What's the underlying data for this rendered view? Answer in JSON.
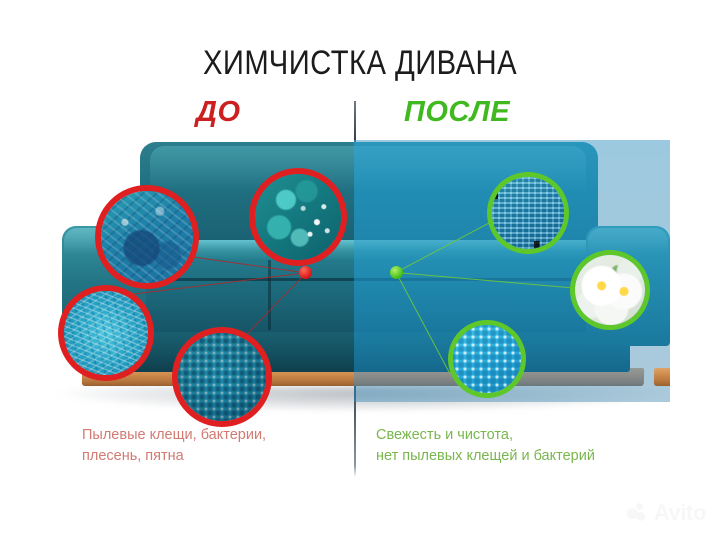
{
  "page": {
    "title": "ХИМЧИСТКА ДИВАНА",
    "background_color": "#ffffff"
  },
  "comparison": {
    "before": {
      "label": "ДО",
      "label_color": "#cc2020",
      "accent_color": "#e02020",
      "caption": "Пылевые клещи, бактерии,\nплесень, пятна",
      "caption_color": "#d27a72",
      "sofa_color": "#1f6f80",
      "callouts": [
        {
          "name": "dust-mites",
          "icon": "dust-mite-magnifier"
        },
        {
          "name": "bacteria",
          "icon": "bacteria-magnifier"
        },
        {
          "name": "mold",
          "icon": "mold-magnifier"
        },
        {
          "name": "stained-weave",
          "icon": "dirty-fabric-magnifier"
        }
      ]
    },
    "after": {
      "label": "ПОСЛЕ",
      "label_color": "#3fb91f",
      "accent_color": "#5ec82a",
      "caption": "Свежесть и чистота,\nнет пылевых клещей и бактерий",
      "caption_color": "#79b64e",
      "sofa_color": "#1a82ba",
      "callouts": [
        {
          "name": "clean-threads",
          "icon": "clean-threads-magnifier"
        },
        {
          "name": "fresh-flowers",
          "icon": "daisy-flowers-magnifier"
        },
        {
          "name": "clean-weave",
          "icon": "clean-fabric-magnifier"
        }
      ]
    }
  },
  "divider": {
    "color": "#2b3640"
  },
  "watermark": {
    "text": "Avito"
  }
}
